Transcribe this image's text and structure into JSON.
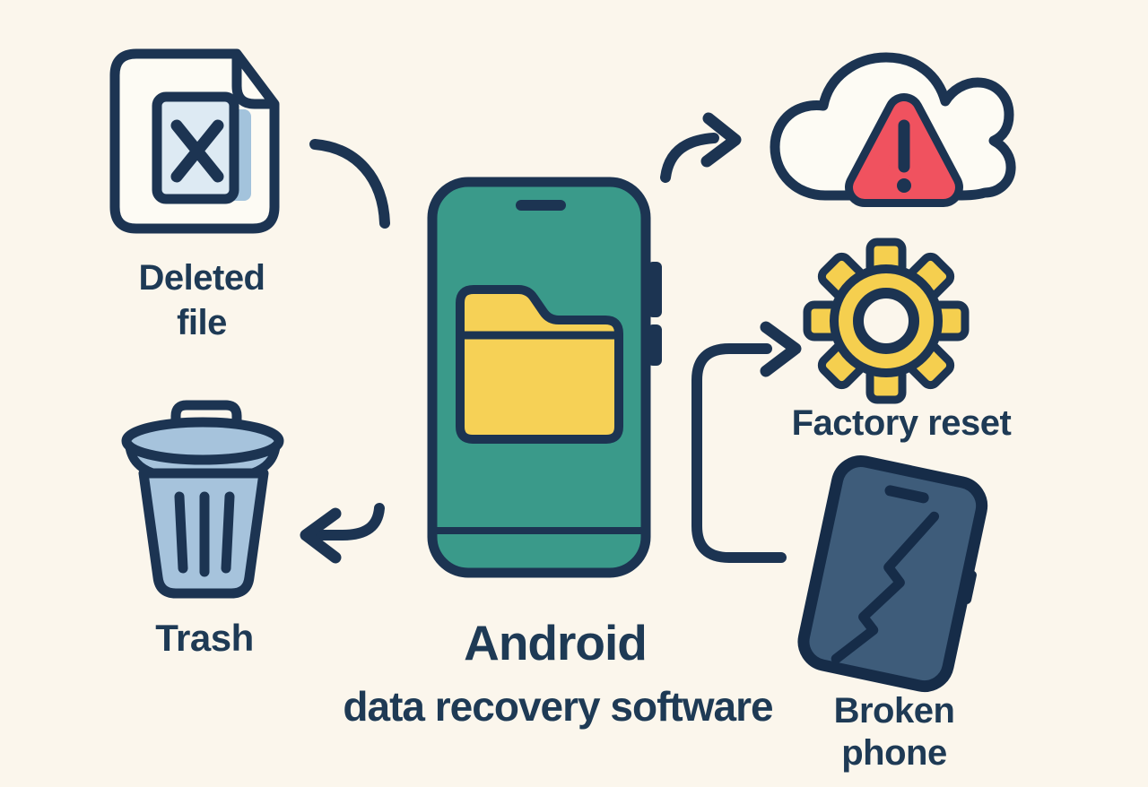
{
  "page": {
    "background_color": "#fbf6ec"
  },
  "title": {
    "heading": "Android",
    "subheading": "data recovery software"
  },
  "colors": {
    "outline_navy": "#1c3452",
    "text_navy": "#1e3a55",
    "phone_teal": "#3a9a8a",
    "folder_yellow": "#f6d156",
    "gear_yellow": "#f5cf4f",
    "alert_red": "#f0525f",
    "trash_blue": "#a6c3dc",
    "broken_phone_slate": "#3e5c7a",
    "deleted_file_fill": "#ddeaf3",
    "deleted_file_shadow": "#a3c3dc",
    "cloud_fill": "#fdfbf4"
  },
  "nodes": {
    "deleted_file": {
      "label": "Deleted\nfile",
      "icon": "deleted-file-icon"
    },
    "trash": {
      "label": "Trash",
      "icon": "trash-can-icon"
    },
    "phone": {
      "icon": "phone-with-folder-icon"
    },
    "cloud_alert": {
      "icon": "cloud-warning-icon"
    },
    "factory_reset": {
      "label": "Factory reset",
      "icon": "gear-icon"
    },
    "broken_phone": {
      "label": "Broken\nphone",
      "icon": "broken-phone-icon"
    }
  }
}
